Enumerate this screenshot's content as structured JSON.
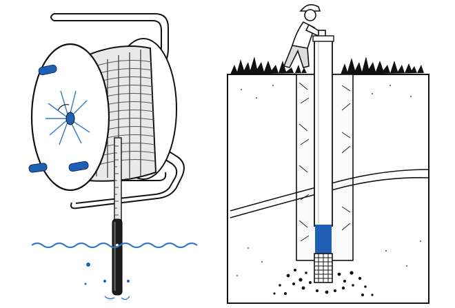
{
  "figure": {
    "panels": [
      {
        "id": "water-level-meter",
        "elements": [
          "tape-reel",
          "measuring-tape",
          "probe",
          "water-surface"
        ]
      },
      {
        "id": "monitoring-well-cross-section",
        "elements": [
          "technician",
          "ground-surface",
          "borehole",
          "well-casing",
          "screen",
          "gravel-pack",
          "aquifer-layer"
        ]
      }
    ]
  },
  "colors": {
    "ink": "#111111",
    "accent_blue": "#1f5fb4",
    "water_blue": "#2f78c8",
    "paper": "#ffffff",
    "soil_fill": "#f4f4f4"
  }
}
